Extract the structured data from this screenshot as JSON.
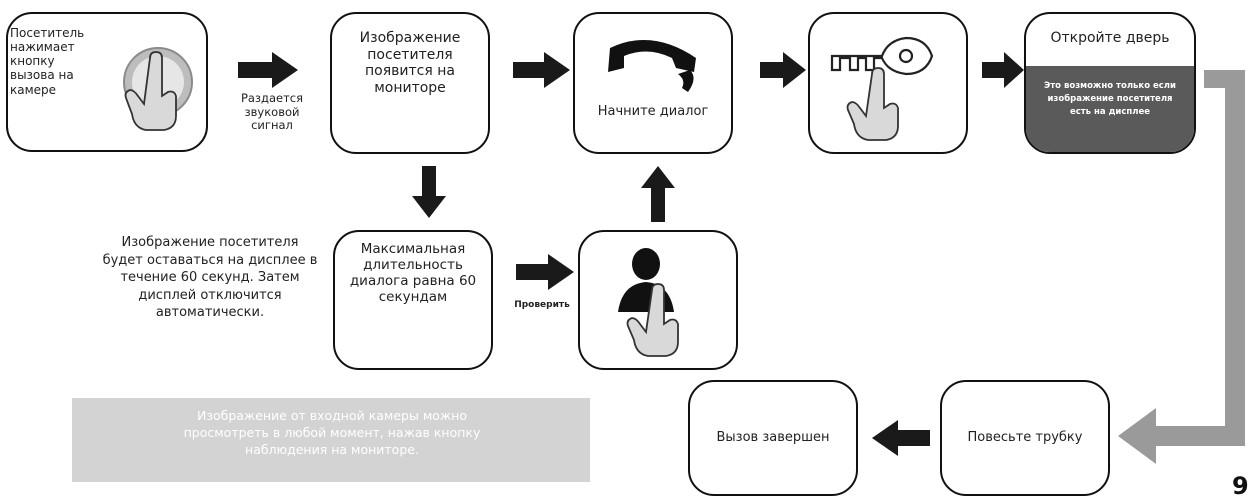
{
  "nodes": {
    "visitor_press": "Посетитель нажимает кнопку вызова на камере",
    "image_appears": "Изображение посетителя появится на мониторе",
    "start_dialog": "Начните диалог",
    "open_door": "Откройте дверь",
    "open_door_note": "Это возможно только если изображение посетителя есть на дисплее",
    "max_duration": "Максимальная длительность диалога равна 60 секундам",
    "hang_up": "Повесьте трубку",
    "call_ended": "Вызов завершен"
  },
  "edge_labels": {
    "sound_signal": "Раздается звуковой сигнал",
    "check": "Проверить"
  },
  "notes": {
    "display_timeout": "Изображение посетителя будет оставаться на дисплее в течение 60 секунд. Затем дисплей отключится автоматически.",
    "camera_view": "Изображение от входной камеры можно просмотреть в любой момент, нажав кнопку наблюдения на мониторе."
  },
  "page_number": "9",
  "colors": {
    "box_border": "#111111",
    "arrow": "#1a1a1a",
    "dark_panel": "#5a5a5a",
    "gray_note": "#d3d3d3",
    "connector_gray": "#9a9a9a"
  },
  "icons": [
    "call-button-icon",
    "handset-icon",
    "key-icon",
    "visitor-icon",
    "pointing-hand-icon"
  ]
}
